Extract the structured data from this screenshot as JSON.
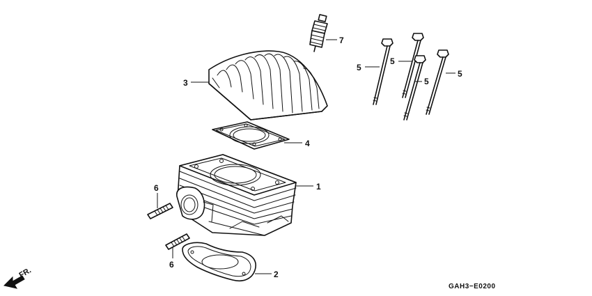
{
  "callouts": {
    "cylinder": "1",
    "base_gasket": "2",
    "cylinder_head": "3",
    "head_gasket": "4",
    "head_bolt": "5",
    "stud_bolt": "6",
    "spark_plug": "7"
  },
  "direction_label": "FR.",
  "diagram_code": "GAH3−E0200"
}
